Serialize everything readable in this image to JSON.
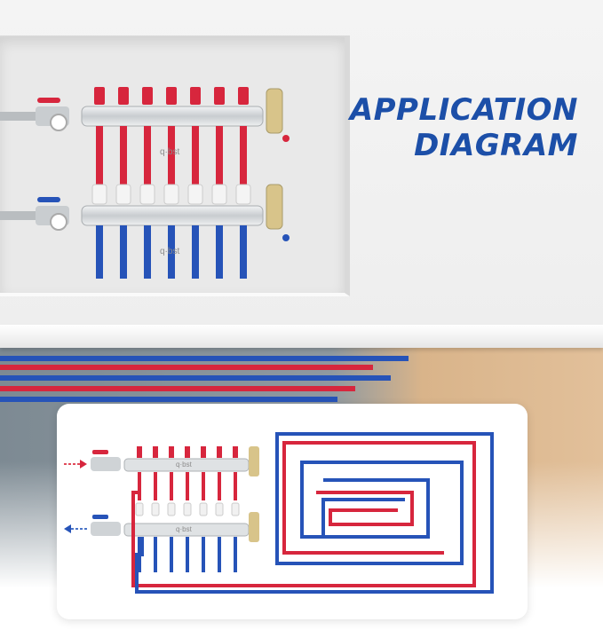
{
  "headline": {
    "line1": "APPLICATION",
    "line2": "DIAGRAM"
  },
  "brand": {
    "text": "q·bst"
  },
  "colors": {
    "headline": "#1c4fa8",
    "hot_pipe": "#d7263d",
    "cold_pipe": "#2653b8",
    "metal": "#cfd3d6"
  },
  "icons": {
    "supply_arrow": "arrow-right-icon",
    "return_arrow": "arrow-left-icon"
  }
}
